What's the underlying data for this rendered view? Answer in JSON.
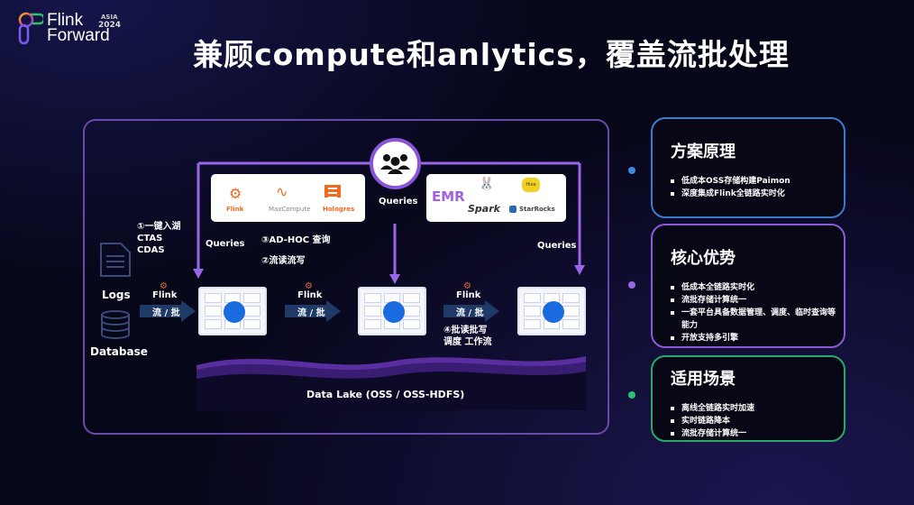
{
  "logo": {
    "line1": "Flink",
    "line2": "Forward",
    "region": "ASIA",
    "year": "2024"
  },
  "title": "兼顾compute和anlytics，覆盖流批处理",
  "diagram": {
    "users_label": "Queries",
    "queries_left": "Queries",
    "queries_right": "Queries",
    "engines_left": [
      "Flink",
      "MaxCompute",
      "Hologres"
    ],
    "engines_right": {
      "brand": "EMR",
      "items": [
        "Spark",
        "StarRocks",
        "Hive"
      ]
    },
    "step1": [
      "①一键入湖",
      "CTAS",
      "CDAS"
    ],
    "step3": "③AD-HOC 查询",
    "step2": "②流读流写",
    "step4": [
      "④批读批写",
      "调度 工作流"
    ],
    "sources": [
      "Logs",
      "Database"
    ],
    "flink_arrows": [
      {
        "top": "Flink",
        "bottom": "流 / 批"
      },
      {
        "top": "Flink",
        "bottom": "流 / 批"
      },
      {
        "top": "Flink",
        "bottom": "流 / 批"
      }
    ],
    "data_lake": "Data Lake (OSS / OSS-HDFS)"
  },
  "cards": [
    {
      "title": "方案原理",
      "color": "#3d7bd0",
      "items": [
        "低成本OSS存储构建Paimon",
        "深度集成Flink全链路实时化"
      ]
    },
    {
      "title": "核心优势",
      "color": "#8a5ad8",
      "items": [
        "低成本全链路实时化",
        "流批存储计算统一",
        "一套平台具备数据管理、调度、临时查询等能力",
        "开放支持多引擎"
      ]
    },
    {
      "title": "适用场景",
      "color": "#2aa86a",
      "items": [
        "离线全链路实时加速",
        "实时链路降本",
        "流批存储计算统一"
      ]
    }
  ]
}
